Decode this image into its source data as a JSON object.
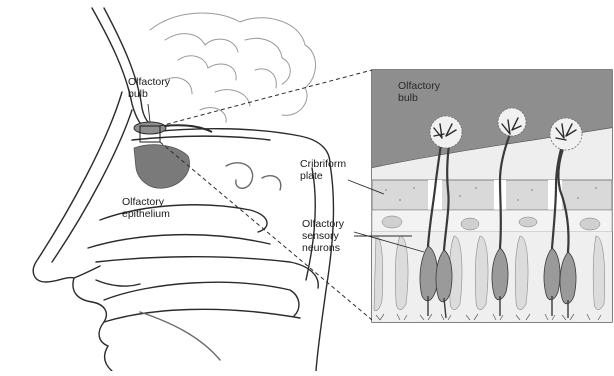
{
  "labels": {
    "olfactory_bulb_head": "Olfactory\nbulb",
    "olfactory_epithelium": "Olfactory\nepithelium",
    "olfactory_bulb_inset": "Olfactory\nbulb",
    "cribriform_plate": "Cribriform\nplate",
    "olfactory_sensory_neurons": "Olfactory\nsensory\nneurons"
  },
  "colors": {
    "line": "#2b2b2b",
    "bulb_fill": "#8e8e8e",
    "epithelium_fill": "#7a7a7a",
    "plate_fill": "#d9d9d9",
    "neuron_fill": "#9a9a9a",
    "glomerulus_fill": "#f1f1f1"
  }
}
